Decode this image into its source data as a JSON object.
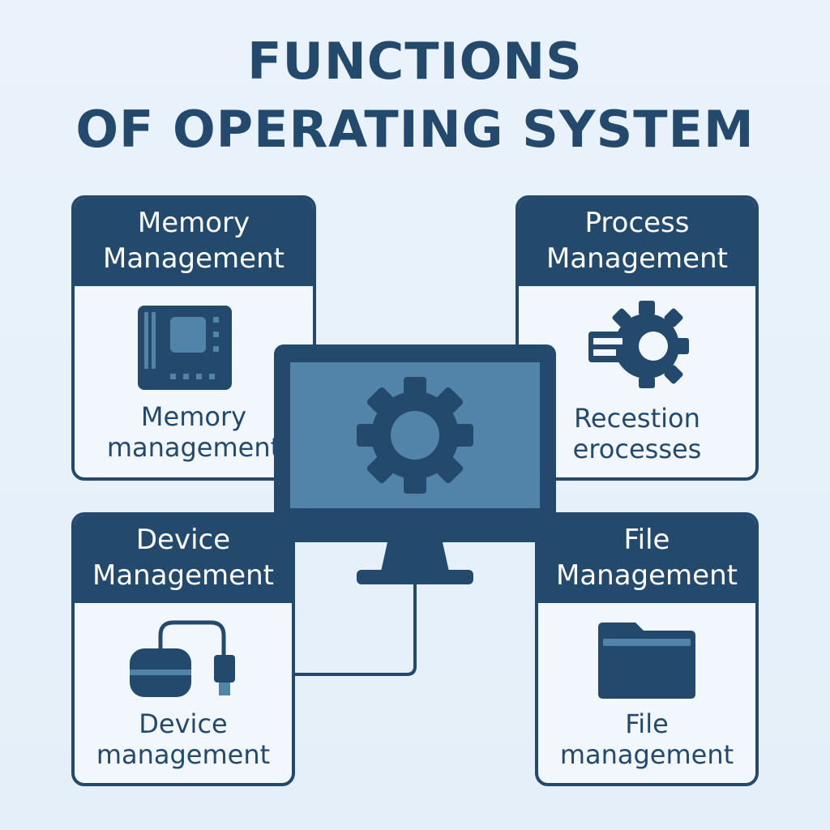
{
  "title": {
    "line1": "FUNCTIONS",
    "line2": "OF OPERATING SYSTEM"
  },
  "colors": {
    "background": "#e6f1fa",
    "primary": "#234a6c",
    "screen": "#5283a8",
    "card_fill": "#f1f7fd"
  },
  "center": {
    "icon": "monitor-gear-icon"
  },
  "cards": {
    "memory": {
      "header_line1": "Memory",
      "header_line2": "Management",
      "caption_line1": "Memory",
      "caption_line2": "management",
      "icon": "memory-chip-icon"
    },
    "process": {
      "header_line1": "Process",
      "header_line2": "Management",
      "caption_line1": "Recestion",
      "caption_line2": "erocesses",
      "icon": "process-gear-icon"
    },
    "device": {
      "header_line1": "Device",
      "header_line2": "Management",
      "caption_line1": "Device",
      "caption_line2": "management",
      "icon": "usb-device-icon"
    },
    "file": {
      "header_line1": "File",
      "header_line2": "Management",
      "caption_line1": "File",
      "caption_line2": "management",
      "icon": "folder-icon"
    }
  }
}
